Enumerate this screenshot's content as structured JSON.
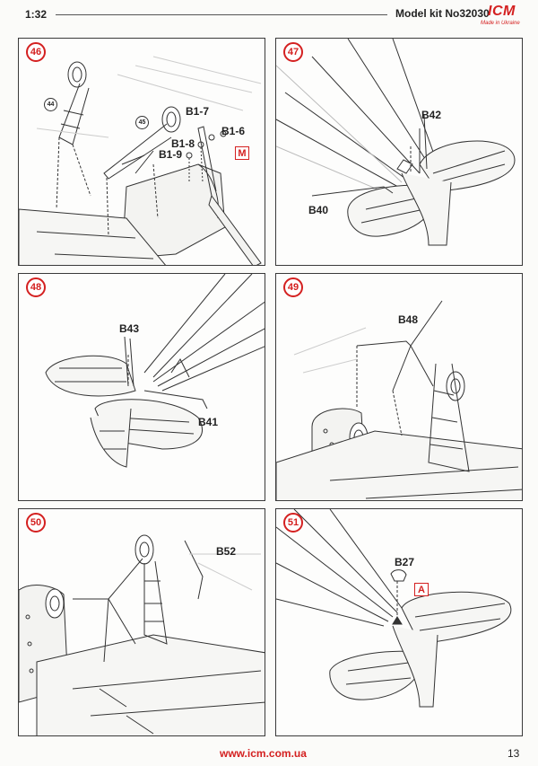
{
  "header": {
    "scale": "1:32",
    "kit_number": "Model kit No32030",
    "logo_text": "ICM",
    "logo_tagline": "Made in Ukraine"
  },
  "steps": [
    {
      "number": "46",
      "labels": {
        "b1_7": "B1-7",
        "b1_6": "B1-6",
        "b1_8": "B1-8",
        "b1_9": "B1-9"
      },
      "circled_refs": [
        "44",
        "45"
      ],
      "boxed_ref": "M"
    },
    {
      "number": "47",
      "labels": {
        "b42": "B42",
        "b40": "B40"
      }
    },
    {
      "number": "48",
      "labels": {
        "b43": "B43",
        "b41": "B41"
      }
    },
    {
      "number": "49",
      "labels": {
        "b48": "B48"
      }
    },
    {
      "number": "50",
      "labels": {
        "b52": "B52"
      }
    },
    {
      "number": "51",
      "labels": {
        "b27": "B27"
      },
      "boxed_ref": "A"
    }
  ],
  "colors": {
    "accent": "#d42020",
    "line": "#333333"
  },
  "footer": {
    "url": "www.icm.com.ua",
    "page": "13"
  }
}
